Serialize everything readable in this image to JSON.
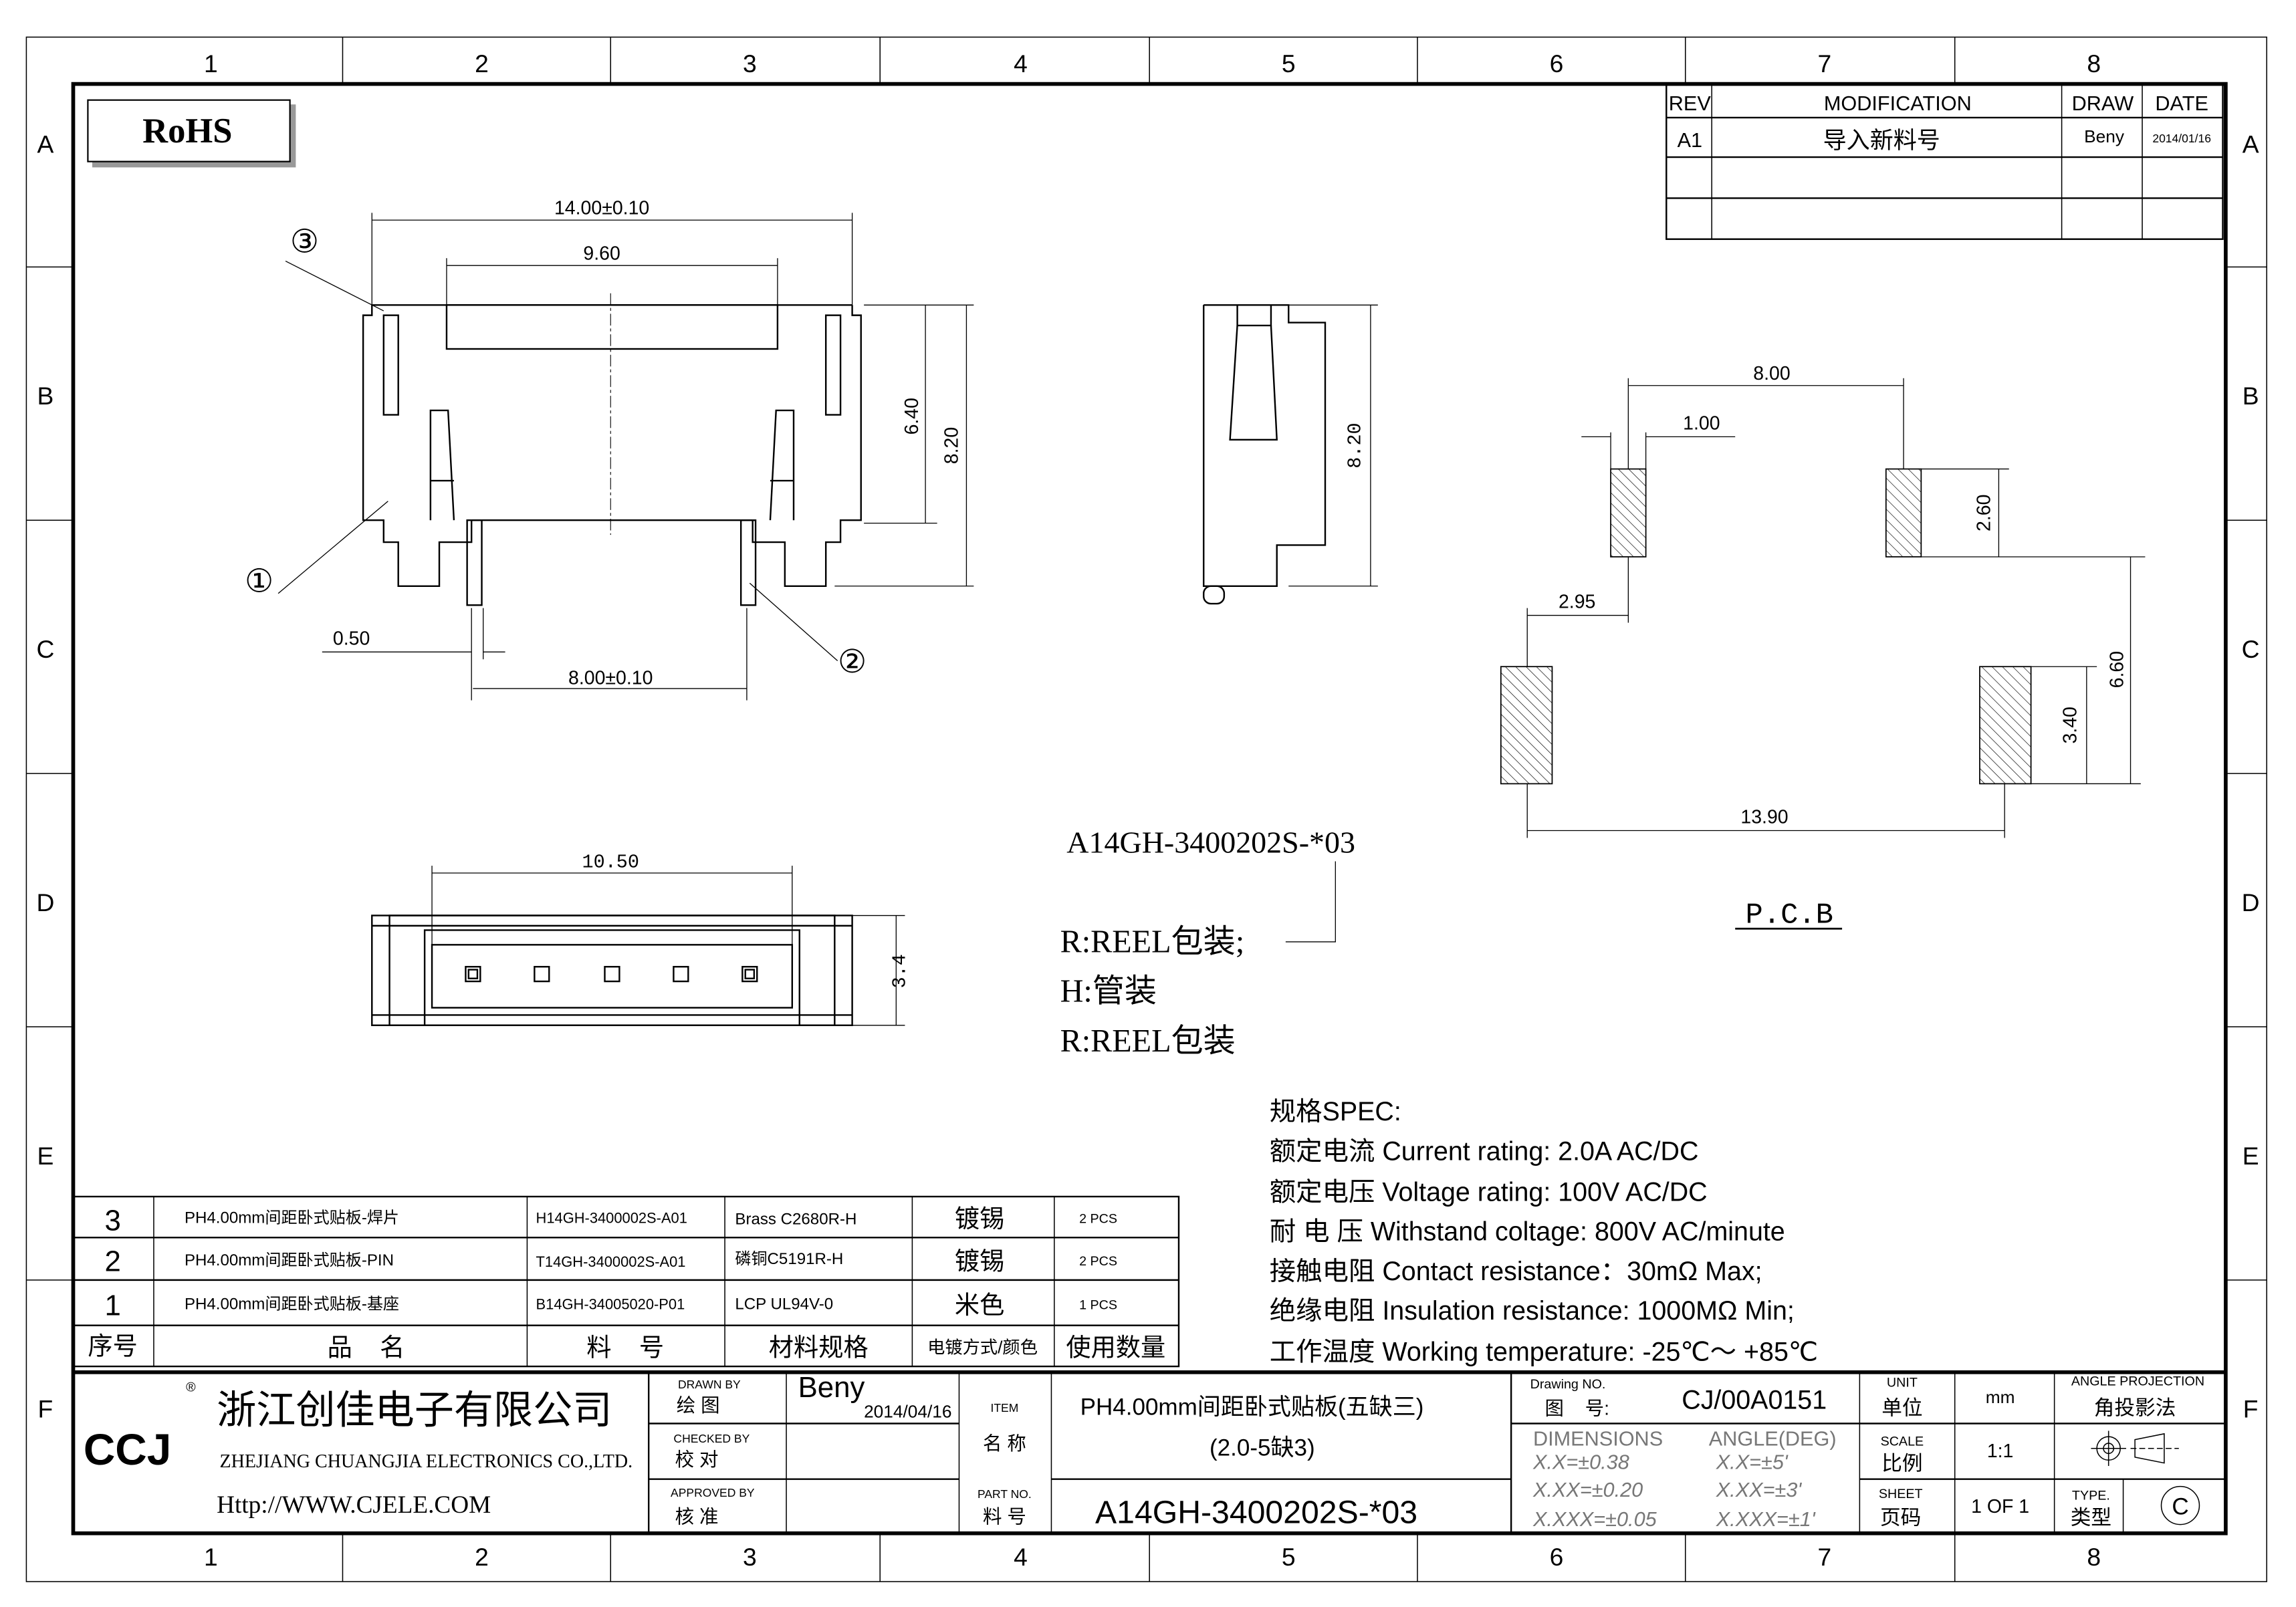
{
  "frame": {
    "columns": [
      "1",
      "2",
      "3",
      "4",
      "5",
      "6",
      "7",
      "8"
    ],
    "rows": [
      "A",
      "B",
      "C",
      "D",
      "E",
      "F"
    ]
  },
  "rohs_label": "RoHS",
  "revision_table": {
    "headers": [
      "REV",
      "MODIFICATION",
      "DRAW",
      "DATE"
    ],
    "rows": [
      {
        "rev": "A1",
        "modification": "导入新料号",
        "draw": "Beny",
        "date": "2014/01/16"
      }
    ]
  },
  "front_view": {
    "dim_width": "14.00±0.10",
    "dim_inner": "9.60",
    "dim_height_1": "6.40",
    "dim_height_2": "8.20",
    "dim_pin": "0.50",
    "dim_pitch": "8.00±0.10",
    "balloons": [
      "①",
      "②",
      "③"
    ]
  },
  "side_view": {
    "dim_height": "8.20"
  },
  "top_view": {
    "dim_width": "10.50",
    "dim_height": "3.4"
  },
  "pcb": {
    "title": "P.C.B",
    "dim_pitch": "8.00",
    "dim_pad_w": "1.00",
    "dim_pad_h": "2.60",
    "dim_offset": "2.95",
    "dim_total_h": "6.60",
    "dim_big_pad_h": "3.40",
    "dim_total_w": "13.90"
  },
  "part_code": {
    "number": "A14GH-3400202S-*03",
    "options": [
      "R:REEL包装;",
      "H:管装",
      "R:REEL包装"
    ]
  },
  "spec": {
    "title": "规格SPEC:",
    "lines": [
      "额定电流 Current rating: 2.0A AC/DC",
      "额定电压 Voltage rating: 100V AC/DC",
      "耐 电 压 Withstand coltage: 800V AC/minute",
      "接触电阻 Contact resistance：30mΩ Max;",
      "绝缘电阻 Insulation resistance: 1000MΩ Min;",
      "工作温度 Working temperature: -25℃～ +85℃"
    ]
  },
  "bom": {
    "headers": [
      "序号",
      "品    名",
      "料    号",
      "材料规格",
      "电镀方式/颜色",
      "使用数量"
    ],
    "rows": [
      {
        "no": "3",
        "name": "PH4.00mm间距卧式贴板-焊片",
        "part": "H14GH-3400002S-A01",
        "material": "Brass C2680R-H",
        "finish": "镀锡",
        "qty": "2 PCS"
      },
      {
        "no": "2",
        "name": "PH4.00mm间距卧式贴板-PIN",
        "part": "T14GH-3400002S-A01",
        "material": "磷铜C5191R-H",
        "finish": "镀锡",
        "qty": "2 PCS"
      },
      {
        "no": "1",
        "name": "PH4.00mm间距卧式贴板-基座",
        "part": "B14GH-34005020-P01",
        "material": "LCP UL94V-0",
        "finish": "米色",
        "qty": "1 PCS"
      }
    ]
  },
  "title_block": {
    "logo": "CCJ",
    "registered": "®",
    "company_cn": "浙江创佳电子有限公司",
    "company_en": "ZHEJIANG CHUANGJIA ELECTRONICS CO.,LTD.",
    "website": "Http://WWW.CJELE.COM",
    "drawn_by_label_en": "DRAWN BY",
    "drawn_by_label_cn": "绘 图",
    "drawn_by": "Beny",
    "drawn_date": "2014/04/16",
    "checked_by_label_en": "CHECKED BY",
    "checked_by_label_cn": "校 对",
    "approved_by_label_en": "APPROVED BY",
    "approved_by_label_cn": "核 准",
    "item_label_en": "ITEM",
    "item_label_cn": "名 称",
    "part_no_label_en": "PART NO.",
    "part_no_label_cn": "料 号",
    "item_name_1": "PH4.00mm间距卧式贴板(五缺三)",
    "item_name_2": "(2.0-5缺3)",
    "part_no": "A14GH-3400202S-*03",
    "drawing_no_label_en": "Drawing NO.",
    "drawing_no_label_cn": "图    号:",
    "drawing_no": "CJ/00A0151",
    "tolerances": {
      "dimensions_label": "DIMENSIONS",
      "angle_label": "ANGLE(DEG)",
      "dims": [
        "X.X=±0.38",
        "X.XX=±0.20",
        "X.XXX=±0.05"
      ],
      "angles": [
        "X.X=±5'",
        "X.XX=±3'",
        "X.XXX=±1'"
      ]
    },
    "unit_label_en": "UNIT",
    "unit_label_cn": "单位",
    "unit": "mm",
    "scale_label_en": "SCALE",
    "scale_label_cn": "比例",
    "scale": "1:1",
    "sheet_label_en": "SHEET",
    "sheet_label_cn": "页码",
    "sheet": "1 OF 1",
    "projection_label_en": "ANGLE PROJECTION",
    "projection_label_cn": "角投影法",
    "type_label_en": "TYPE.",
    "type_label_cn": "类型",
    "type": "C"
  }
}
